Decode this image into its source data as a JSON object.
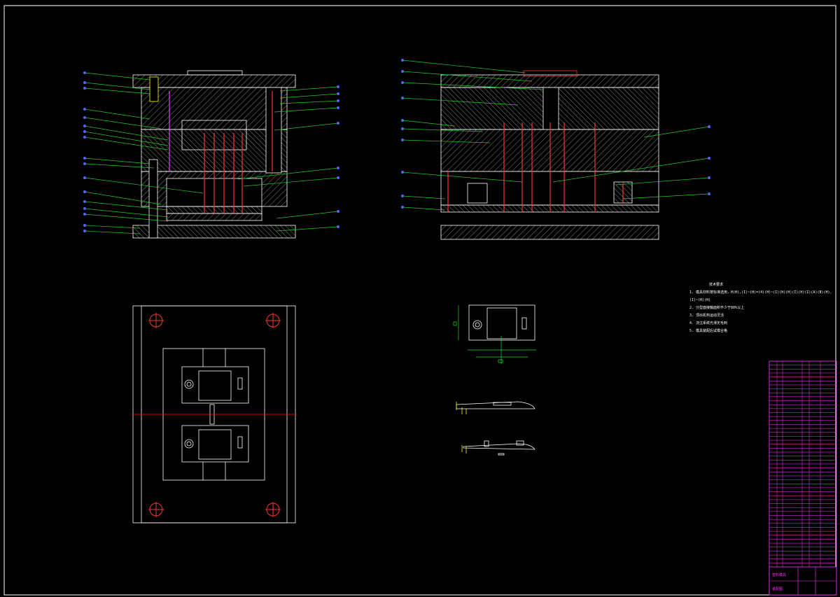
{
  "drawing": {
    "background": "#000000",
    "colors": {
      "frame": "#ffffff",
      "outline": "#ffffff",
      "leader": "#22cc22",
      "balloon": "#5566ff",
      "pin": "#ff3333",
      "accent": "#ffff00",
      "dimension": "#22dd22",
      "centerline": "#dd0000",
      "title_block": "#ff33ff"
    }
  },
  "tech_notes": {
    "title": "技术要求",
    "items": [
      "1. 模具材料按标准选用，H(H),(I)~(H)=(4)(H)~(I)(H)(H)(I)(H)(I)(A)(B)(H),(I)~(H)(H)",
      "2. 分型面接触面积不少于80%以上",
      "3. 顶出机构运动灵活",
      "4. 浇注系统光滑无毛刺",
      "5. 模具装配后试模合格"
    ]
  },
  "title_block": {
    "name_cell": "塑料模具",
    "school_cell": "装配图",
    "rows": 52
  }
}
